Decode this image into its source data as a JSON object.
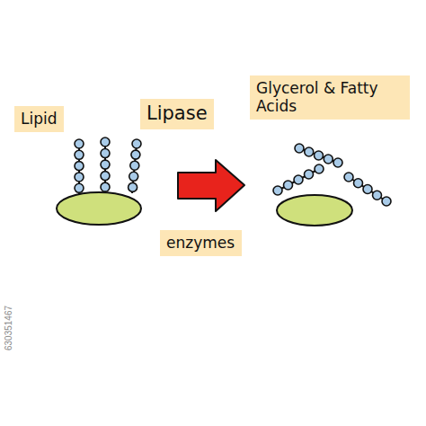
{
  "diagram": {
    "nodes": [
      {
        "text": [
          "Lipid"
        ]
      },
      {
        "text": [
          "Lipase"
        ]
      },
      {
        "text": [
          "Glycerol & Fatty Acids"
        ]
      },
      {
        "text": [
          "enzymes"
        ]
      }
    ],
    "labels": [
      "630351467"
    ]
  }
}
